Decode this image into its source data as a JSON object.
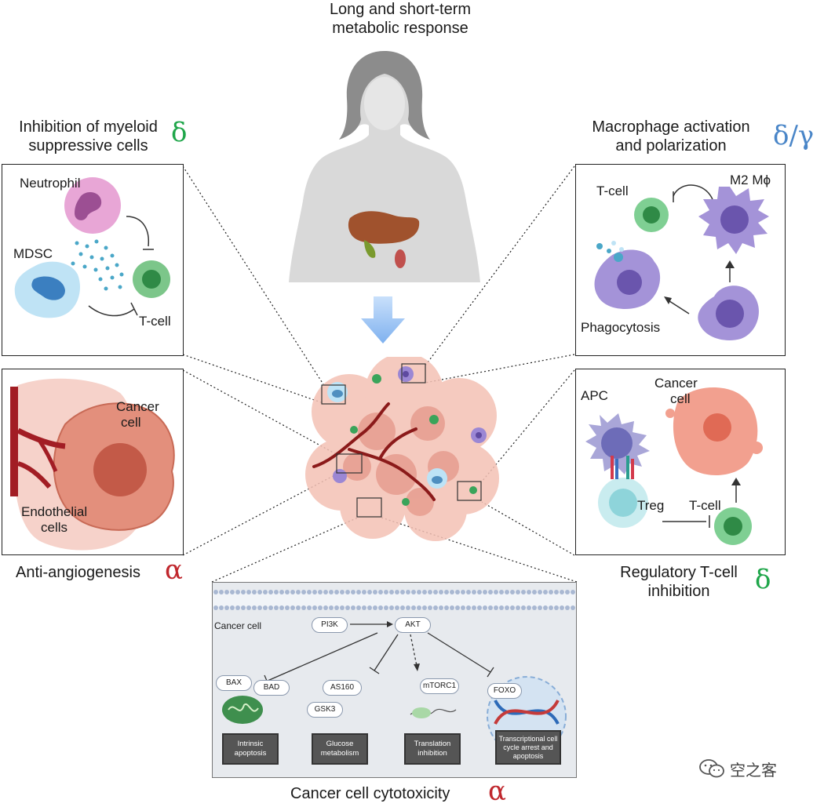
{
  "top": {
    "title_line1": "Long and short-term",
    "title_line2": "metabolic response"
  },
  "myeloid": {
    "title_line1": "Inhibition of myeloid",
    "title_line2": "suppressive cells",
    "greek": "δ",
    "neutrophil": "Neutrophil",
    "mdsc": "MDSC",
    "tcell": "T-cell"
  },
  "angio": {
    "cancer_line1": "Cancer",
    "cancer_line2": "cell",
    "endo_line1": "Endothelial",
    "endo_line2": "cells",
    "title": "Anti-angiogenesis",
    "greek": "α"
  },
  "macro": {
    "title_line1": "Macrophage activation",
    "title_line2": "and polarization",
    "greek": "δ/γ",
    "tcell": "T-cell",
    "m2": "M2 Mϕ",
    "phago": "Phagocytosis"
  },
  "treg": {
    "apc": "APC",
    "cancer_line1": "Cancer",
    "cancer_line2": "cell",
    "treg": "Treg",
    "tcell": "T-cell",
    "title_line1": "Regulatory T-cell",
    "title_line2": "inhibition",
    "greek": "δ"
  },
  "pathway": {
    "cell_label": "Cancer cell",
    "pi3k": "PI3K",
    "akt": "AKT",
    "bax": "BAX",
    "bad": "BAD",
    "as160": "AS160",
    "gsk3": "GSK3",
    "mtorc1": "mTORC1",
    "foxo": "FOXO",
    "box1": "Intrinsic apoptosis",
    "box2": "Glucose metabolism",
    "box3": "Translation inhibition",
    "box4": "Transcriptional cell cycle arrest and apoptosis",
    "title": "Cancer cell cytotoxicity",
    "greek": "α"
  },
  "watermark": "空之客",
  "colors": {
    "green_greek": "#1fa64a",
    "red_greek": "#c0272d",
    "blue_greek": "#4a86c8",
    "arrow_blue": "#8ab8f0"
  }
}
